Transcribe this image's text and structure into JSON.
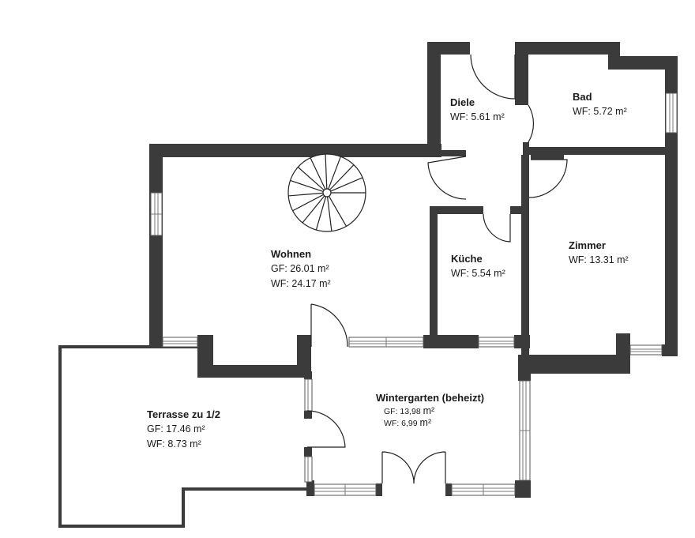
{
  "rooms": {
    "diele": {
      "name": "Diele",
      "wf": "WF: 5.61 m²"
    },
    "bad": {
      "name": "Bad",
      "wf": "WF: 5.72 m²"
    },
    "wohnen": {
      "name": "Wohnen",
      "gf": "GF: 26.01 m²",
      "wf": "WF: 24.17 m²"
    },
    "kueche": {
      "name": "Küche",
      "wf": "WF: 5.54 m²"
    },
    "zimmer": {
      "name": "Zimmer",
      "wf": "WF: 13.31 m²"
    },
    "wintergarten": {
      "name": "Wintergarten (beheizt)",
      "gf": "GF: 13,98",
      "gf_unit": "m²",
      "wf": "WF: 6,99",
      "wf_unit": "m²"
    },
    "terrasse": {
      "name": "Terrasse zu 1/2",
      "gf": "GF: 17.46 m²",
      "wf": "WF: 8.73 m²"
    }
  },
  "colors": {
    "wall": "#3b3b3b",
    "background": "#ffffff"
  }
}
